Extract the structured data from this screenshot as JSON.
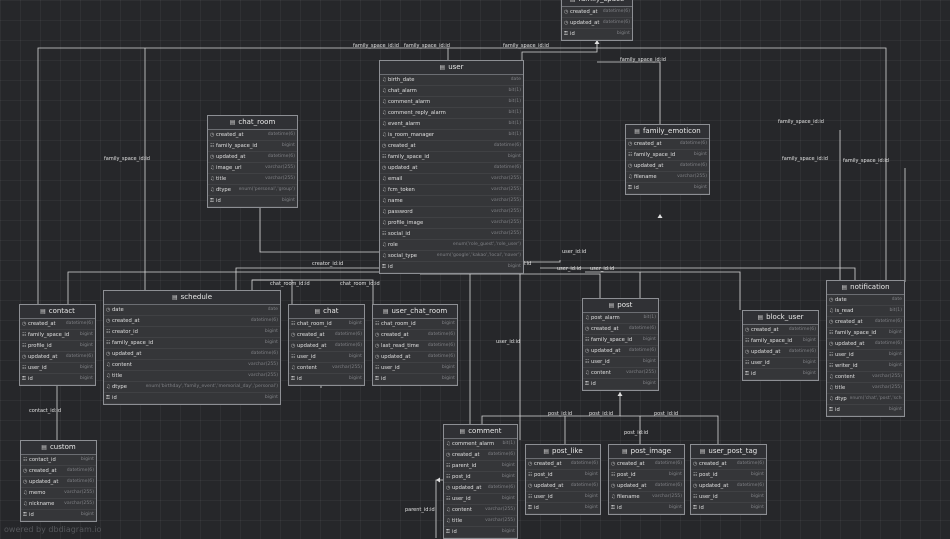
{
  "edge_labels": [
    "family_space_id:id",
    "family_space_id:id",
    "family_space_id:id",
    "family_space_id:id",
    "family_space_id:id",
    "family_space_id:id",
    "family_space_id:id",
    "family_space_id:id",
    "creator_id:id",
    "user_id:id",
    "chat_room_id:id",
    "chat_room_id:id",
    "user_id:id",
    "user_id:id",
    "user_id:id",
    "user_id:id",
    "user_id:id",
    "user_id:id",
    "contact_id:id",
    "post_id:id",
    "post_id:id",
    "post_id:id",
    "post_id:id",
    "parent_id:id"
  ],
  "tables": {
    "family_space": {
      "title": "family_space",
      "rows": [
        {
          "name": "created_at",
          "type": "datetime(6)"
        },
        {
          "name": "updated_at",
          "type": "datetime(6)"
        },
        {
          "name": "id",
          "type": "bigint",
          "pk": true
        }
      ]
    },
    "user": {
      "title": "user",
      "rows": [
        {
          "name": "birth_date",
          "type": "date"
        },
        {
          "name": "chat_alarm",
          "type": "bit(1)"
        },
        {
          "name": "comment_alarm",
          "type": "bit(1)"
        },
        {
          "name": "comment_reply_alarm",
          "type": "bit(1)"
        },
        {
          "name": "event_alarm",
          "type": "bit(1)"
        },
        {
          "name": "is_room_manager",
          "type": "bit(1)"
        },
        {
          "name": "created_at",
          "type": "datetime(6)"
        },
        {
          "name": "family_space_id",
          "type": "bigint"
        },
        {
          "name": "updated_at",
          "type": "datetime(6)"
        },
        {
          "name": "email",
          "type": "varchar(255)"
        },
        {
          "name": "fcm_token",
          "type": "varchar(255)"
        },
        {
          "name": "name",
          "type": "varchar(255)"
        },
        {
          "name": "password",
          "type": "varchar(255)"
        },
        {
          "name": "profile_image",
          "type": "varchar(255)"
        },
        {
          "name": "social_id",
          "type": "varchar(255)"
        },
        {
          "name": "role",
          "type": "enum('role_guest','role_user')"
        },
        {
          "name": "social_type",
          "type": "enum('google','kakao','local','naver')"
        },
        {
          "name": "id",
          "type": "bigint",
          "pk": true
        }
      ]
    },
    "chat_room": {
      "title": "chat_room",
      "rows": [
        {
          "name": "created_at",
          "type": "datetime(6)"
        },
        {
          "name": "family_space_id",
          "type": "bigint"
        },
        {
          "name": "updated_at",
          "type": "datetime(6)"
        },
        {
          "name": "image_url",
          "type": "varchar(255)"
        },
        {
          "name": "title",
          "type": "varchar(255)"
        },
        {
          "name": "dtype",
          "type": "enum('personal','group')"
        },
        {
          "name": "id",
          "type": "bigint",
          "pk": true
        }
      ]
    },
    "family_emoticon": {
      "title": "family_emoticon",
      "rows": [
        {
          "name": "created_at",
          "type": "datetime(6)"
        },
        {
          "name": "family_space_id",
          "type": "bigint"
        },
        {
          "name": "updated_at",
          "type": "datetime(6)"
        },
        {
          "name": "filename",
          "type": "varchar(255)"
        },
        {
          "name": "id",
          "type": "bigint",
          "pk": true
        }
      ]
    },
    "contact": {
      "title": "contact",
      "rows": [
        {
          "name": "created_at",
          "type": "datetime(6)"
        },
        {
          "name": "family_space_id",
          "type": "bigint"
        },
        {
          "name": "profile_id",
          "type": "bigint"
        },
        {
          "name": "updated_at",
          "type": "datetime(6)"
        },
        {
          "name": "user_id",
          "type": "bigint"
        },
        {
          "name": "id",
          "type": "bigint",
          "pk": true
        }
      ]
    },
    "schedule": {
      "title": "schedule",
      "rows": [
        {
          "name": "date",
          "type": "date"
        },
        {
          "name": "created_at",
          "type": "datetime(6)"
        },
        {
          "name": "creator_id",
          "type": "bigint"
        },
        {
          "name": "family_space_id",
          "type": "bigint"
        },
        {
          "name": "updated_at",
          "type": "datetime(6)"
        },
        {
          "name": "content",
          "type": "varchar(255)"
        },
        {
          "name": "title",
          "type": "varchar(255)"
        },
        {
          "name": "dtype",
          "type": "enum('birthday','family_event','memorial_day','personal')"
        },
        {
          "name": "id",
          "type": "bigint",
          "pk": true
        }
      ]
    },
    "chat": {
      "title": "chat",
      "rows": [
        {
          "name": "chat_room_id",
          "type": "bigint"
        },
        {
          "name": "created_at",
          "type": "datetime(6)"
        },
        {
          "name": "updated_at",
          "type": "datetime(6)"
        },
        {
          "name": "user_id",
          "type": "bigint"
        },
        {
          "name": "content",
          "type": "varchar(255)"
        },
        {
          "name": "id",
          "type": "bigint",
          "pk": true
        }
      ]
    },
    "user_chat_room": {
      "title": "user_chat_room",
      "rows": [
        {
          "name": "chat_room_id",
          "type": "bigint"
        },
        {
          "name": "created_at",
          "type": "datetime(6)"
        },
        {
          "name": "last_read_time",
          "type": "datetime(6)"
        },
        {
          "name": "updated_at",
          "type": "datetime(6)"
        },
        {
          "name": "user_id",
          "type": "bigint"
        },
        {
          "name": "id",
          "type": "bigint",
          "pk": true
        }
      ]
    },
    "post": {
      "title": "post",
      "rows": [
        {
          "name": "post_alarm",
          "type": "bit(1)"
        },
        {
          "name": "created_at",
          "type": "datetime(6)"
        },
        {
          "name": "family_space_id",
          "type": "bigint"
        },
        {
          "name": "updated_at",
          "type": "datetime(6)"
        },
        {
          "name": "user_id",
          "type": "bigint"
        },
        {
          "name": "content",
          "type": "varchar(255)"
        },
        {
          "name": "id",
          "type": "bigint",
          "pk": true
        }
      ]
    },
    "block_user": {
      "title": "block_user",
      "rows": [
        {
          "name": "created_at",
          "type": "datetime(6)"
        },
        {
          "name": "family_space_id",
          "type": "bigint"
        },
        {
          "name": "updated_at",
          "type": "datetime(6)"
        },
        {
          "name": "user_id",
          "type": "bigint"
        },
        {
          "name": "id",
          "type": "bigint",
          "pk": true
        }
      ]
    },
    "notification": {
      "title": "notification",
      "rows": [
        {
          "name": "date",
          "type": "date"
        },
        {
          "name": "is_read",
          "type": "bit(1)"
        },
        {
          "name": "created_at",
          "type": "datetime(6)"
        },
        {
          "name": "family_space_id",
          "type": "bigint"
        },
        {
          "name": "updated_at",
          "type": "datetime(6)"
        },
        {
          "name": "user_id",
          "type": "bigint"
        },
        {
          "name": "writer_id",
          "type": "bigint"
        },
        {
          "name": "content",
          "type": "varchar(255)"
        },
        {
          "name": "title",
          "type": "varchar(255)"
        },
        {
          "name": "dtype",
          "type": "enum('chat','post','schedule')"
        },
        {
          "name": "id",
          "type": "bigint",
          "pk": true
        }
      ]
    },
    "custom": {
      "title": "custom",
      "rows": [
        {
          "name": "contact_id",
          "type": "bigint"
        },
        {
          "name": "created_at",
          "type": "datetime(6)"
        },
        {
          "name": "updated_at",
          "type": "datetime(6)"
        },
        {
          "name": "memo",
          "type": "varchar(255)"
        },
        {
          "name": "nickname",
          "type": "varchar(255)"
        },
        {
          "name": "id",
          "type": "bigint",
          "pk": true
        }
      ]
    },
    "comment": {
      "title": "comment",
      "rows": [
        {
          "name": "comment_alarm",
          "type": "bit(1)"
        },
        {
          "name": "created_at",
          "type": "datetime(6)"
        },
        {
          "name": "parent_id",
          "type": "bigint"
        },
        {
          "name": "post_id",
          "type": "bigint"
        },
        {
          "name": "updated_at",
          "type": "datetime(6)"
        },
        {
          "name": "user_id",
          "type": "bigint"
        },
        {
          "name": "content",
          "type": "varchar(255)"
        },
        {
          "name": "title",
          "type": "varchar(255)"
        },
        {
          "name": "id",
          "type": "bigint",
          "pk": true
        }
      ]
    },
    "post_like": {
      "title": "post_like",
      "rows": [
        {
          "name": "created_at",
          "type": "datetime(6)"
        },
        {
          "name": "post_id",
          "type": "bigint"
        },
        {
          "name": "updated_at",
          "type": "datetime(6)"
        },
        {
          "name": "user_id",
          "type": "bigint"
        },
        {
          "name": "id",
          "type": "bigint",
          "pk": true
        }
      ]
    },
    "post_image": {
      "title": "post_image",
      "rows": [
        {
          "name": "created_at",
          "type": "datetime(6)"
        },
        {
          "name": "post_id",
          "type": "bigint"
        },
        {
          "name": "updated_at",
          "type": "datetime(6)"
        },
        {
          "name": "filename",
          "type": "varchar(255)"
        },
        {
          "name": "id",
          "type": "bigint",
          "pk": true
        }
      ]
    },
    "user_post_tag": {
      "title": "user_post_tag",
      "rows": [
        {
          "name": "created_at",
          "type": "datetime(6)"
        },
        {
          "name": "post_id",
          "type": "bigint"
        },
        {
          "name": "updated_at",
          "type": "datetime(6)"
        },
        {
          "name": "user_id",
          "type": "bigint"
        },
        {
          "name": "id",
          "type": "bigint",
          "pk": true
        }
      ]
    }
  },
  "watermark": "owered by dbdiagram.io"
}
